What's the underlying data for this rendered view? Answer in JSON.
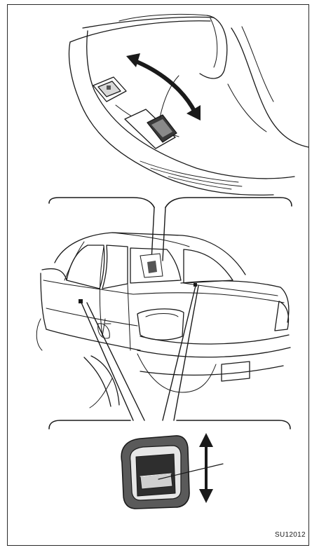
{
  "figure": {
    "code": "SU12012",
    "panels": [
      {
        "name": "master-window-switch-panel",
        "icon": "door-switch-cluster-icon"
      },
      {
        "name": "sedan-rear-three-quarter-view",
        "icon": "car-icon"
      },
      {
        "name": "passenger-window-switch-closeup",
        "icon": "window-switch-icon"
      }
    ]
  }
}
